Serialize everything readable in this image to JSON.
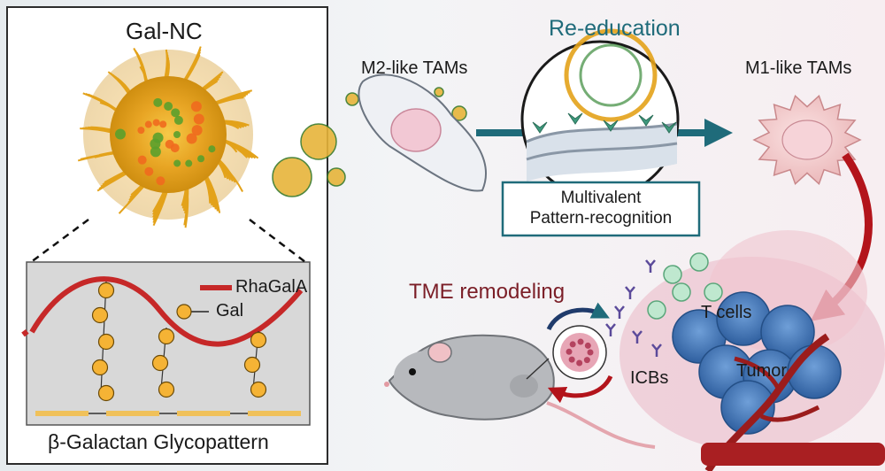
{
  "panel": {
    "title": "Gal-NC",
    "legend_backbone": "RhaGalA",
    "legend_sugar": "Gal",
    "caption": "β-Galactan Glycopattern"
  },
  "labels": {
    "m2": "M2-like TAMs",
    "reeducation": "Re-education",
    "m1": "M1-like TAMs",
    "mechanism_line1": "Multivalent",
    "mechanism_line2": "Pattern-recognition",
    "tme": "TME remodeling",
    "tcells": "T cells",
    "icbs": "ICBs",
    "tumor": "Tumor"
  },
  "colors": {
    "backbone_red": "#c62828",
    "gal_orange": "#f5b335",
    "teal": "#1f6b7a",
    "tme_red": "#7b1e27",
    "tumor_blue": "#3b6fb0"
  }
}
